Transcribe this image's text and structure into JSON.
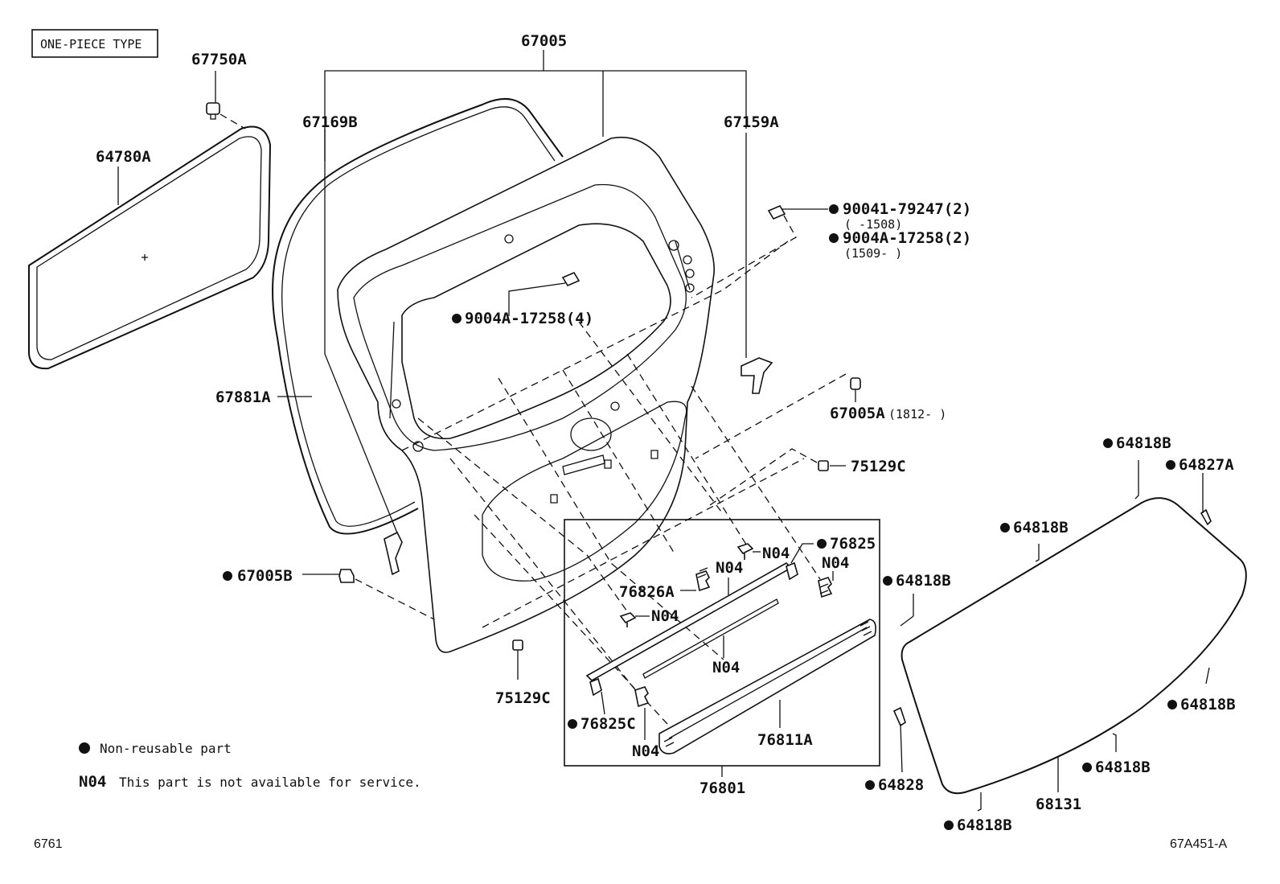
{
  "header": {
    "type_label": "ONE-PIECE TYPE"
  },
  "labels": {
    "p67005": "67005",
    "p67750A": "67750A",
    "p64780A": "64780A",
    "p67169B": "67169B",
    "p67159A": "67159A",
    "p90041_79247": "90041-79247(2)",
    "p90041_note": "(     -1508)",
    "p9004A_17258_2": "9004A-17258(2)",
    "p9004A_note": "(1509-     )",
    "p9004A_17258_4": "9004A-17258(4)",
    "p67881A": "67881A",
    "p67005A": "67005A",
    "p67005A_note": "(1812-     )",
    "p75129C_top": "75129C",
    "p75129C_bottom": "75129C",
    "p67005B": "67005B",
    "p76825": "76825",
    "n04_a": "N04",
    "n04_b": "N04",
    "n04_c": "N04",
    "n04_d": "N04",
    "n04_e": "N04",
    "n04_f": "N04",
    "p76826A": "76826A",
    "p76825C": "76825C",
    "p76811A": "76811A",
    "p76801": "76801",
    "p64818B_1": "64818B",
    "p64827A": "64827A",
    "p64818B_2": "64818B",
    "p64818B_3": "64818B",
    "p64818B_4": "64818B",
    "p64818B_5": "64818B",
    "p64818B_6": "64818B",
    "p64828": "64828",
    "p68131": "68131"
  },
  "legend": {
    "non_reusable_label": "Non-reusable part",
    "n04_code": "N04",
    "n04_text": "This part is not available for service."
  },
  "footer": {
    "page_code": "6761",
    "figure_code": "67A451-A"
  }
}
